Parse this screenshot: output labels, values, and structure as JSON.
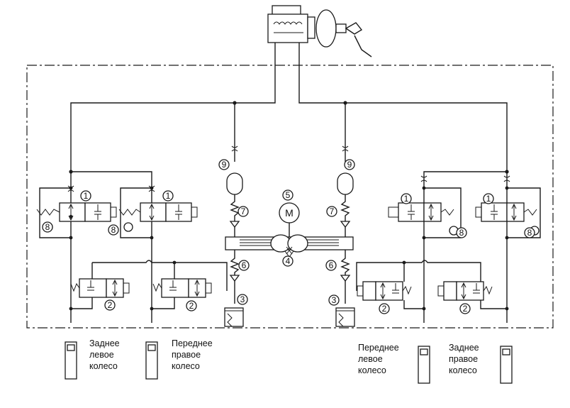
{
  "wheels": {
    "rear_left": [
      "Заднее",
      "левое",
      "колесо"
    ],
    "front_right": [
      "Переднее",
      "правое",
      "колесо"
    ],
    "front_left": [
      "Переднее",
      "левое",
      "колесо"
    ],
    "rear_right": [
      "Заднее",
      "правое",
      "колесо"
    ]
  },
  "component_numbers": [
    "1",
    "2",
    "3",
    "4",
    "5",
    "6",
    "7",
    "8",
    "9"
  ],
  "motor_label": "M"
}
